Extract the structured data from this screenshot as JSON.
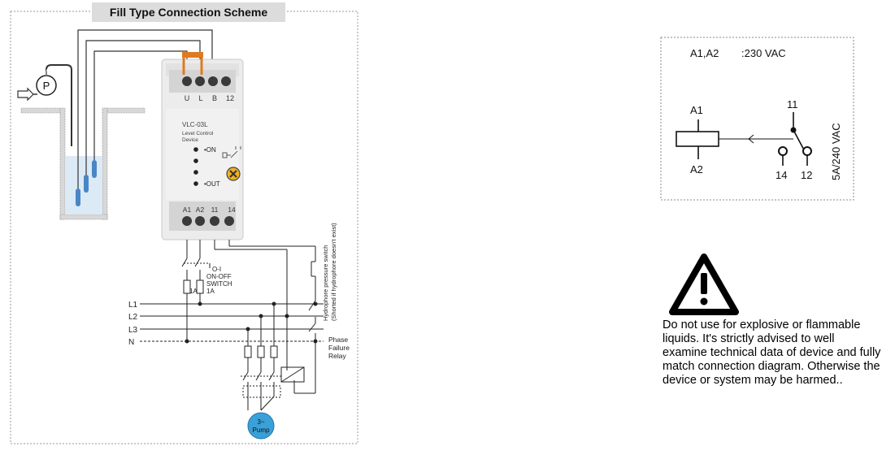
{
  "colors": {
    "frame": "#9a9a9a",
    "device_body": "#ebebeb",
    "title_bg": "#dcdcdc",
    "probe": "#4a86c5",
    "water": "#dceaf6",
    "pump": "#3aa0d8",
    "knob": "#f0b020",
    "jumper": "#e07a22",
    "wire": "#222222"
  },
  "left_diagram": {
    "title": "Fill Type Connection Scheme",
    "pump_symbol": "P",
    "top_terminals": [
      "U",
      "L",
      "B",
      "12"
    ],
    "device": {
      "model": "VLC-03L",
      "name_line1": "Level Control",
      "name_line2": "Device",
      "on_label": "•ON",
      "out_label": "•OUT"
    },
    "bottom_terminals": [
      "A1",
      "A2",
      "11",
      "14"
    ],
    "switch_labels": [
      "O-I",
      "ON-OFF",
      "SWITCH",
      "1A"
    ],
    "fuse_label": "1A",
    "lines": [
      "L1",
      "L2",
      "L3",
      "N"
    ],
    "pressure_switch_line1": "Hydrophore pressure switch",
    "pressure_switch_line2": "(Shorted if hydrophore doesn't exist)",
    "phase_relay": [
      "Phase",
      "Failure",
      "Relay"
    ],
    "pump_line1": "3~",
    "pump_line2": "Pump"
  },
  "right_diagram": {
    "supply_label": "A1,A2",
    "supply_value": ":230 VAC",
    "coil_top": "A1",
    "coil_bottom": "A2",
    "contact_common": "11",
    "contact_no": "14",
    "contact_nc": "12",
    "rating": "5A/240 VAC"
  },
  "warning": {
    "text": "Do not use for explosive or flammable liquids. It's strictly advised to well examine technical data of device and fully match connection diagram. Otherwise the device or system may be harmed.."
  }
}
